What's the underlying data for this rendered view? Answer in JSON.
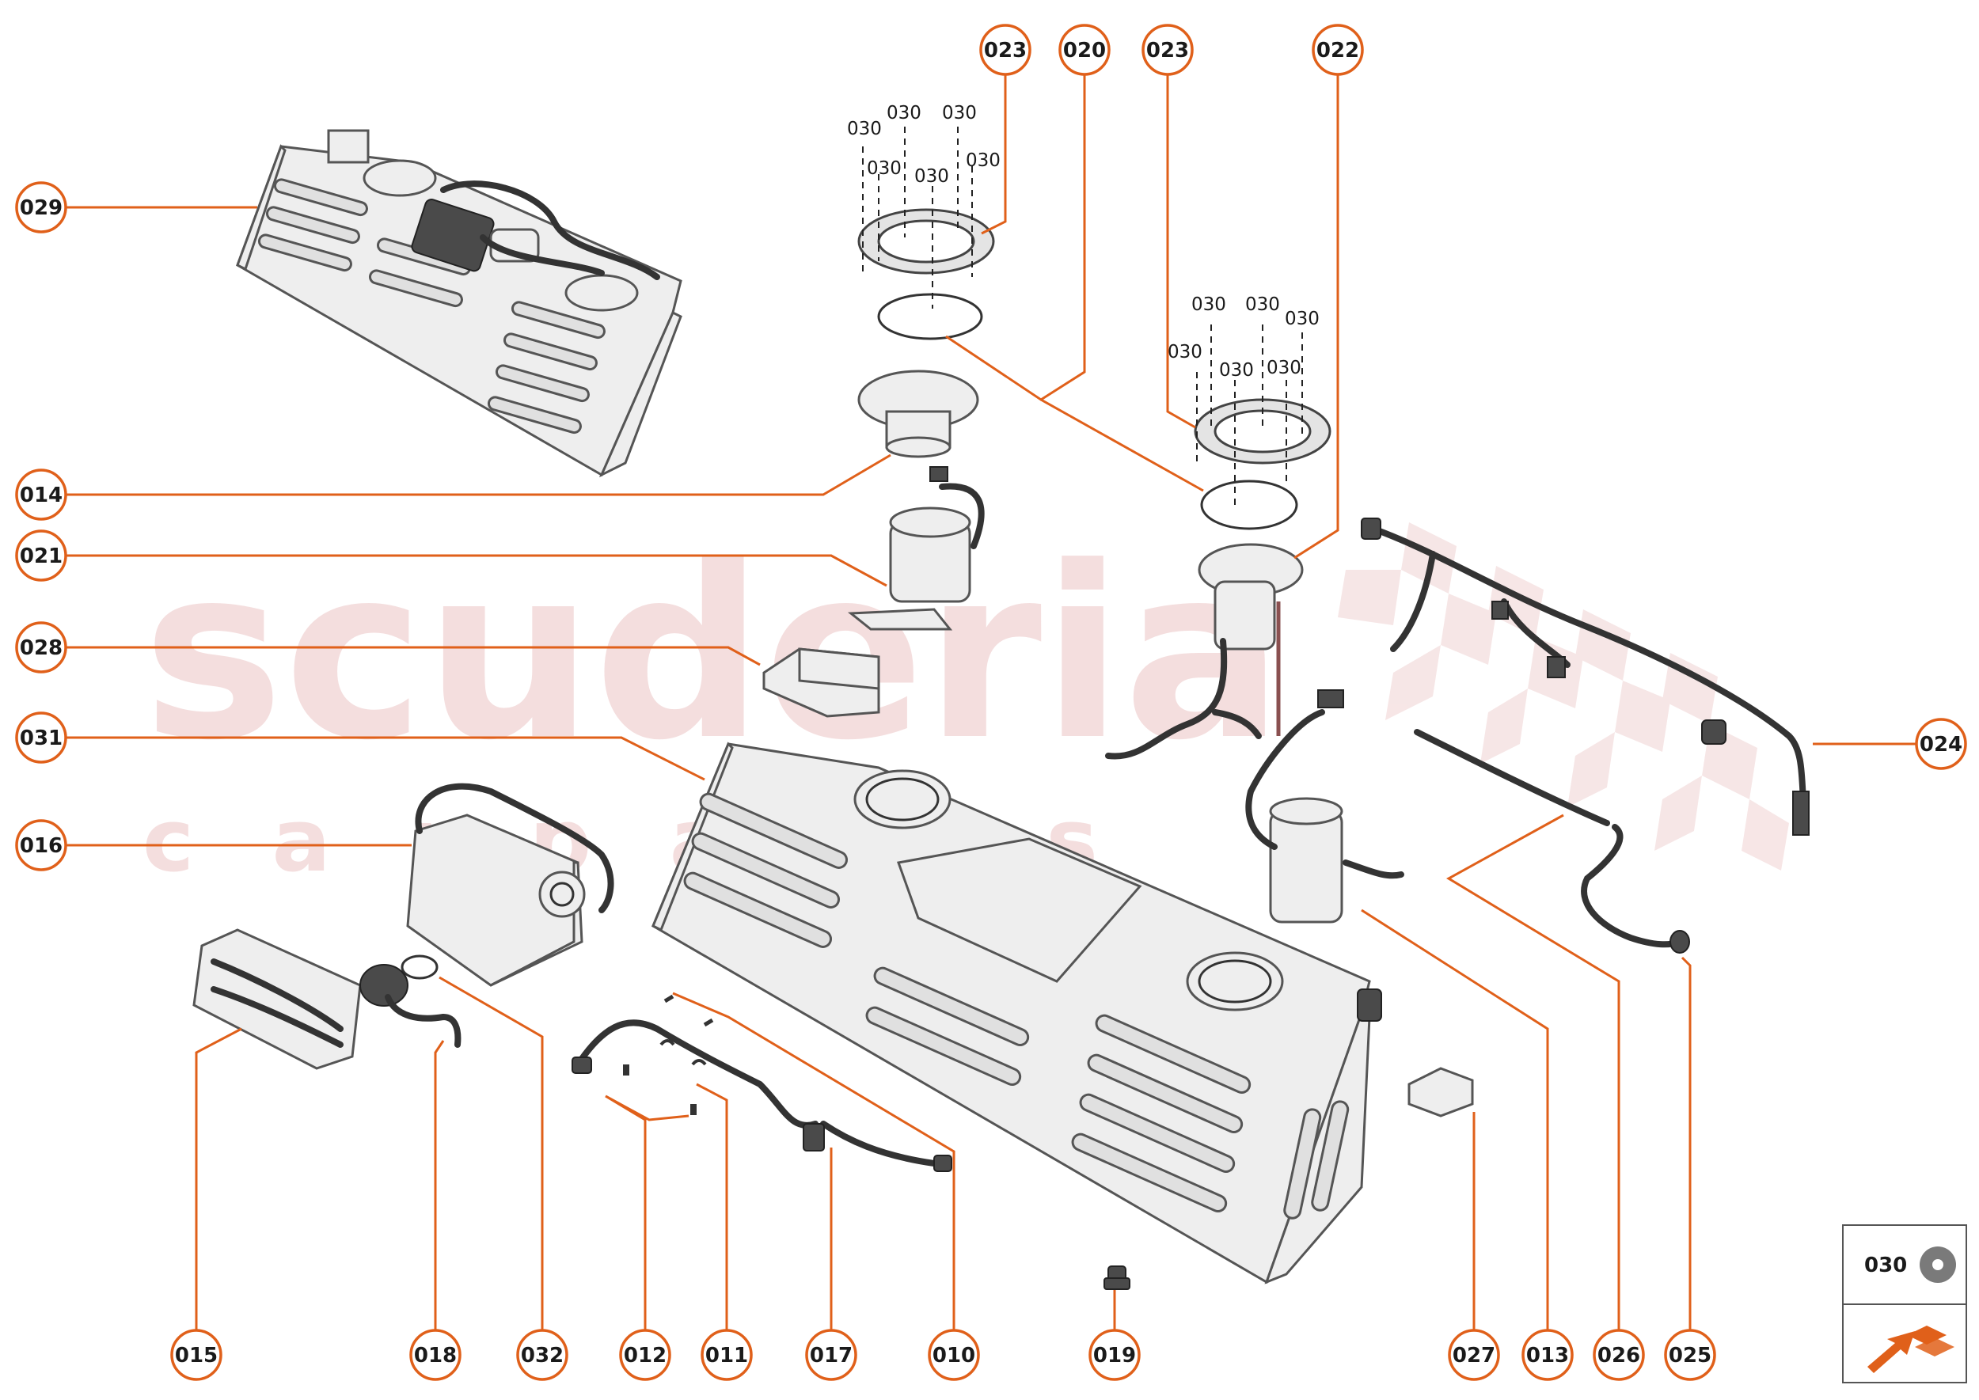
{
  "watermark": {
    "brand": "scuderia",
    "sub": "c a r p a r t s"
  },
  "callouts": [
    {
      "id": "c023a",
      "label": "023"
    },
    {
      "id": "c020",
      "label": "020"
    },
    {
      "id": "c023b",
      "label": "023"
    },
    {
      "id": "c022",
      "label": "022"
    },
    {
      "id": "c029",
      "label": "029"
    },
    {
      "id": "c014",
      "label": "014"
    },
    {
      "id": "c021",
      "label": "021"
    },
    {
      "id": "c028",
      "label": "028"
    },
    {
      "id": "c031",
      "label": "031"
    },
    {
      "id": "c016",
      "label": "016"
    },
    {
      "id": "c024",
      "label": "024"
    },
    {
      "id": "c015",
      "label": "015"
    },
    {
      "id": "c018",
      "label": "018"
    },
    {
      "id": "c032",
      "label": "032"
    },
    {
      "id": "c012",
      "label": "012"
    },
    {
      "id": "c011",
      "label": "011"
    },
    {
      "id": "c017",
      "label": "017"
    },
    {
      "id": "c010",
      "label": "010"
    },
    {
      "id": "c019",
      "label": "019"
    },
    {
      "id": "c027",
      "label": "027"
    },
    {
      "id": "c013",
      "label": "013"
    },
    {
      "id": "c026",
      "label": "026"
    },
    {
      "id": "c025",
      "label": "025"
    }
  ],
  "screw_labels": {
    "ring1": [
      "030",
      "030",
      "030",
      "030",
      "030",
      "030"
    ],
    "ring2": [
      "030",
      "030",
      "030",
      "030",
      "030",
      "030"
    ]
  },
  "legend": {
    "part_number": "030",
    "icon": "washer-icon",
    "nav_icon": "next-page-arrow-icon"
  },
  "colors": {
    "accent": "#e0601a",
    "watermark": "#e8b8b8"
  }
}
